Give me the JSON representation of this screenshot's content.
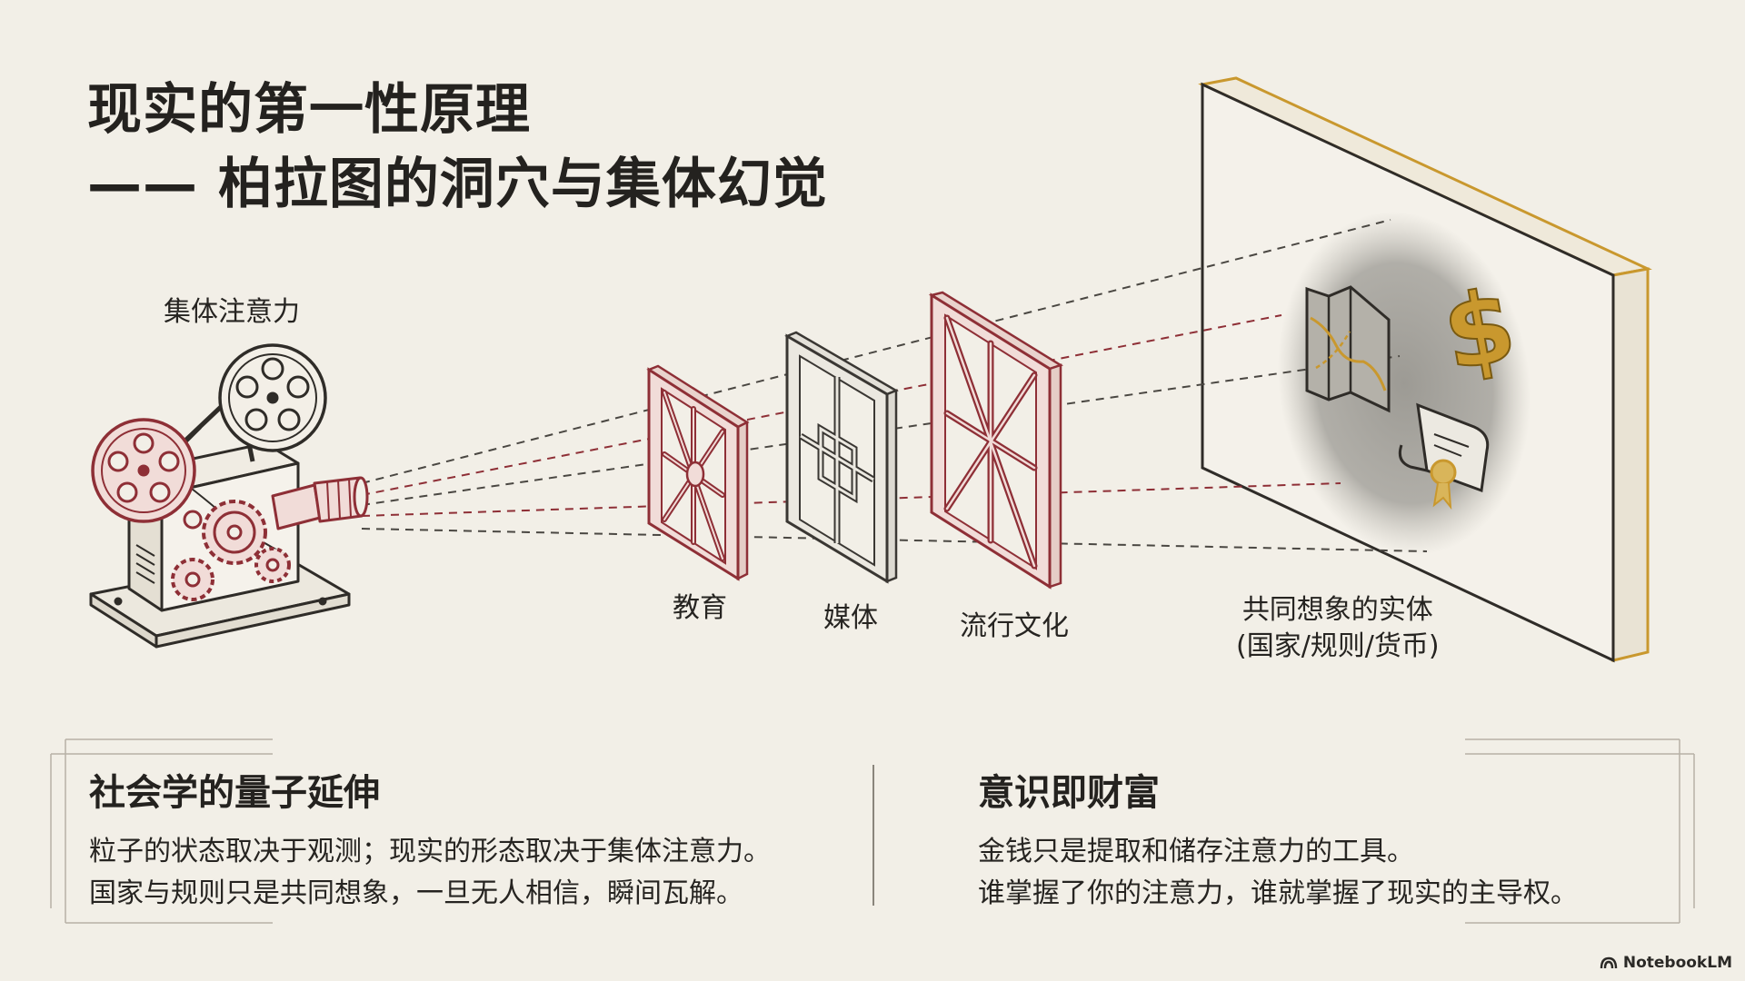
{
  "title": {
    "line1": "现实的第一性原理",
    "line2": "—— 柏拉图的洞穴与集体幻觉"
  },
  "diagram": {
    "projector_label": "集体注意力",
    "filters": [
      {
        "label": "教育"
      },
      {
        "label": "媒体"
      },
      {
        "label": "流行文化"
      }
    ],
    "screen_label_line1": "共同想象的实体",
    "screen_label_line2": "(国家/规则/货币)",
    "screen_icons": [
      "map-icon",
      "dollar-icon",
      "certificate-icon"
    ],
    "colors": {
      "background": "#f2efe7",
      "ink": "#2f2c28",
      "red_accent": "#8e2f36",
      "red_fill": "#f1dcd8",
      "gold_accent": "#c9982e",
      "projection_glow": "#8d8b85"
    }
  },
  "panels": {
    "left": {
      "title": "社会学的量子延伸",
      "line1": "粒子的状态取决于观测；现实的形态取决于集体注意力。",
      "line2": "国家与规则只是共同想象，一旦无人相信，瞬间瓦解。"
    },
    "right": {
      "title": "意识即财富",
      "line1": "金钱只是提取和储存注意力的工具。",
      "line2": "谁掌握了你的注意力，谁就掌握了现实的主导权。"
    }
  },
  "brand": {
    "name": "NotebookLM"
  }
}
